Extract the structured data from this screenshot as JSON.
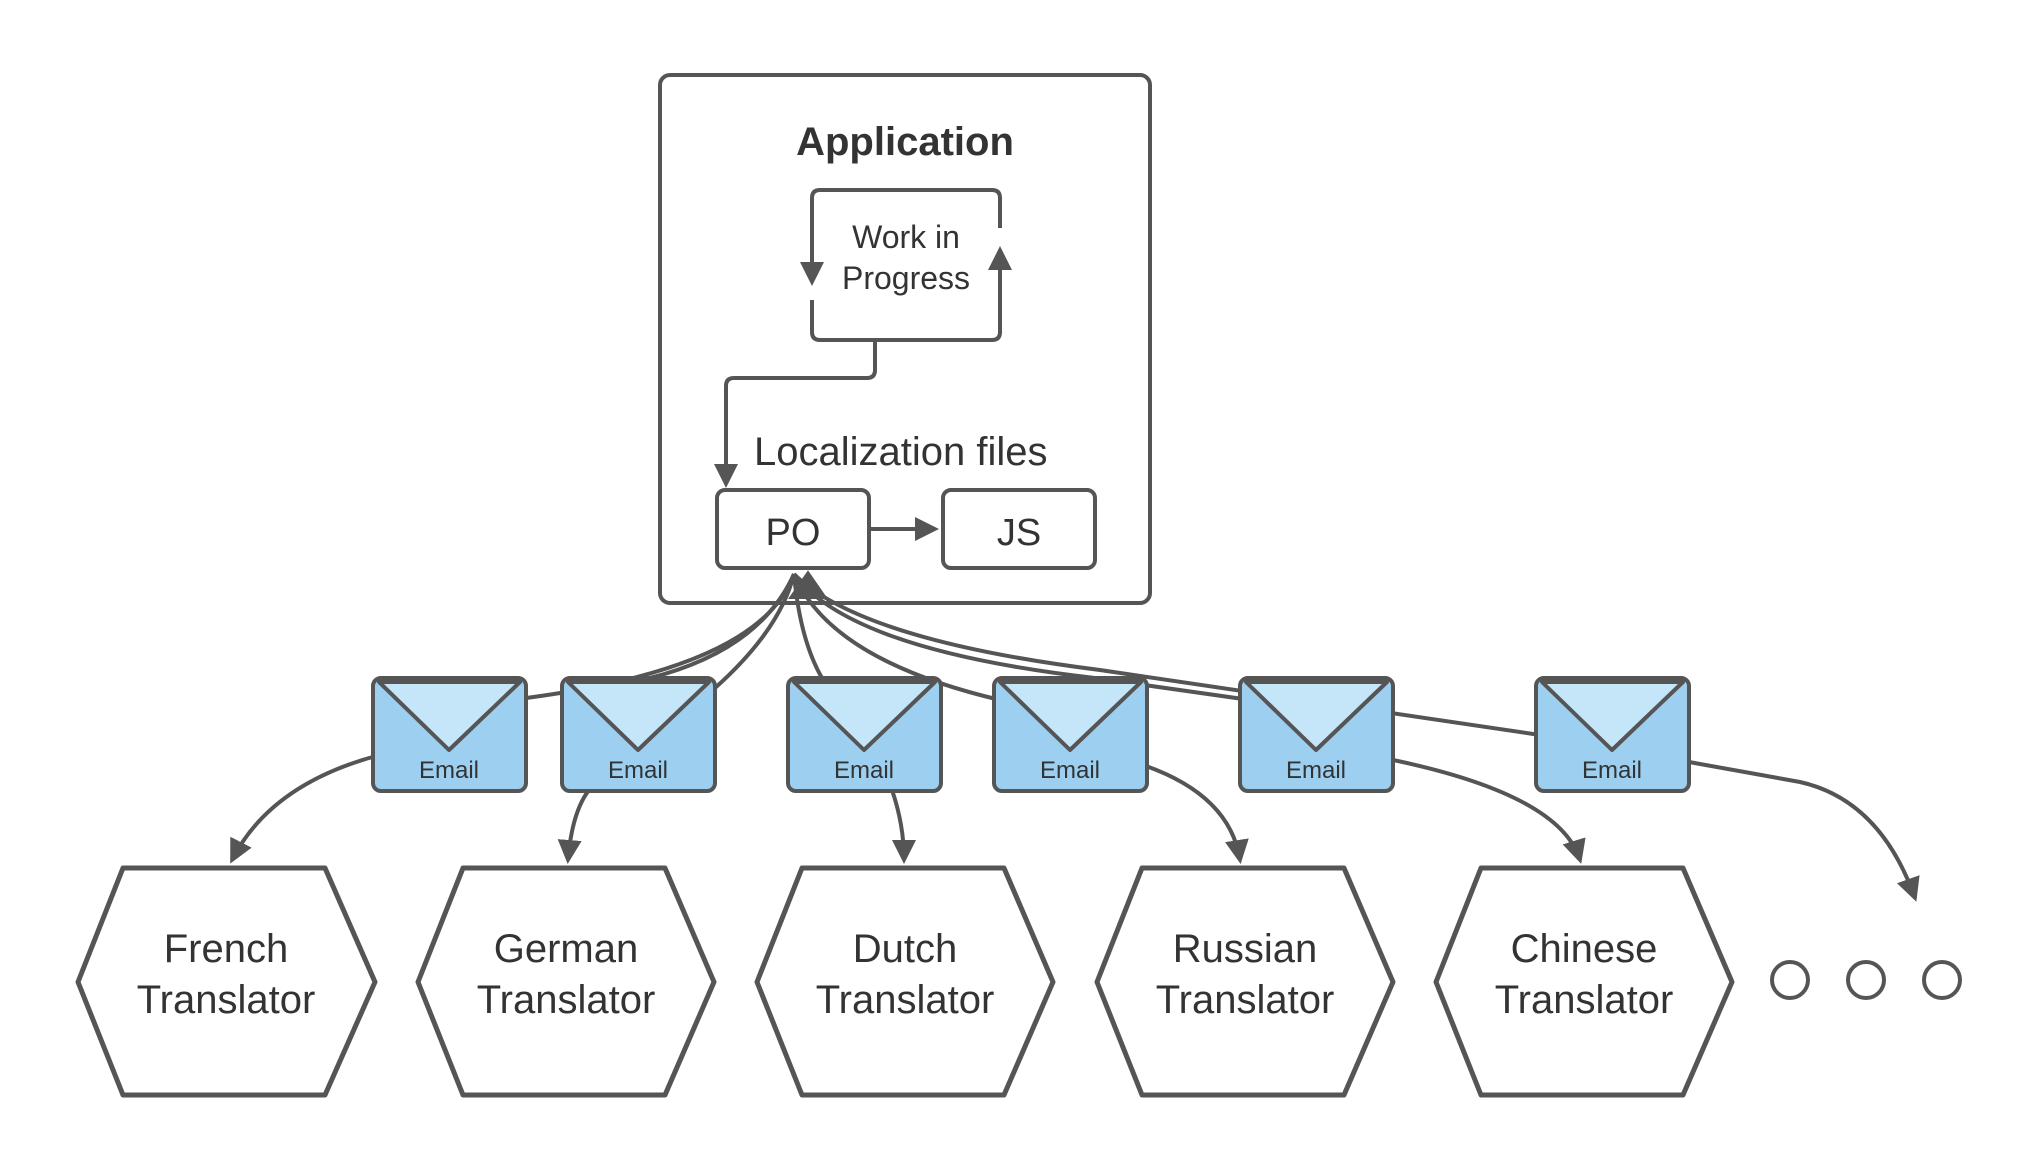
{
  "application": {
    "title": "Application",
    "work_in_progress": [
      "Work in",
      "Progress"
    ],
    "localization_label": "Localization files",
    "files": [
      "PO",
      "JS"
    ]
  },
  "email_label": "Email",
  "translators": [
    [
      "French",
      "Translator"
    ],
    [
      "German",
      "Translator"
    ],
    [
      "Dutch",
      "Translator"
    ],
    [
      "Russian",
      "Translator"
    ],
    [
      "Chinese",
      "Translator"
    ]
  ],
  "colors": {
    "stroke": "#555555",
    "text": "#333333",
    "envelope_fill": "#9ccff0",
    "envelope_flap": "#c5e5f8"
  }
}
